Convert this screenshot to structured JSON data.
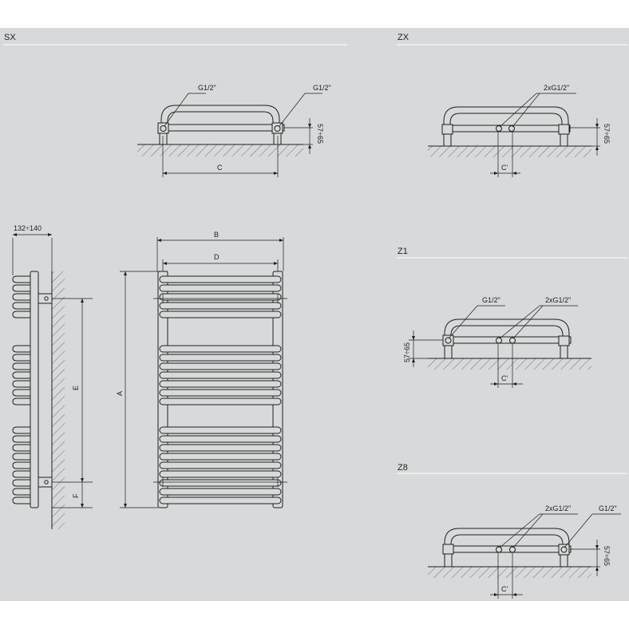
{
  "sections": {
    "sx": "SX",
    "zx": "ZX",
    "z1": "Z1",
    "z8": "Z8"
  },
  "labels": {
    "g12": "G1/2\"",
    "twox_g12": "2xG1/2\"",
    "dim_57_65": "57÷65",
    "dim_132_140": "132÷140",
    "c": "C",
    "c_prime": "C'",
    "a": "A",
    "b": "B",
    "d": "D",
    "e": "E",
    "f": "F"
  },
  "colors": {
    "background": "#d8d9da",
    "line": "#1e1e1e",
    "divider": "#ffffff"
  }
}
